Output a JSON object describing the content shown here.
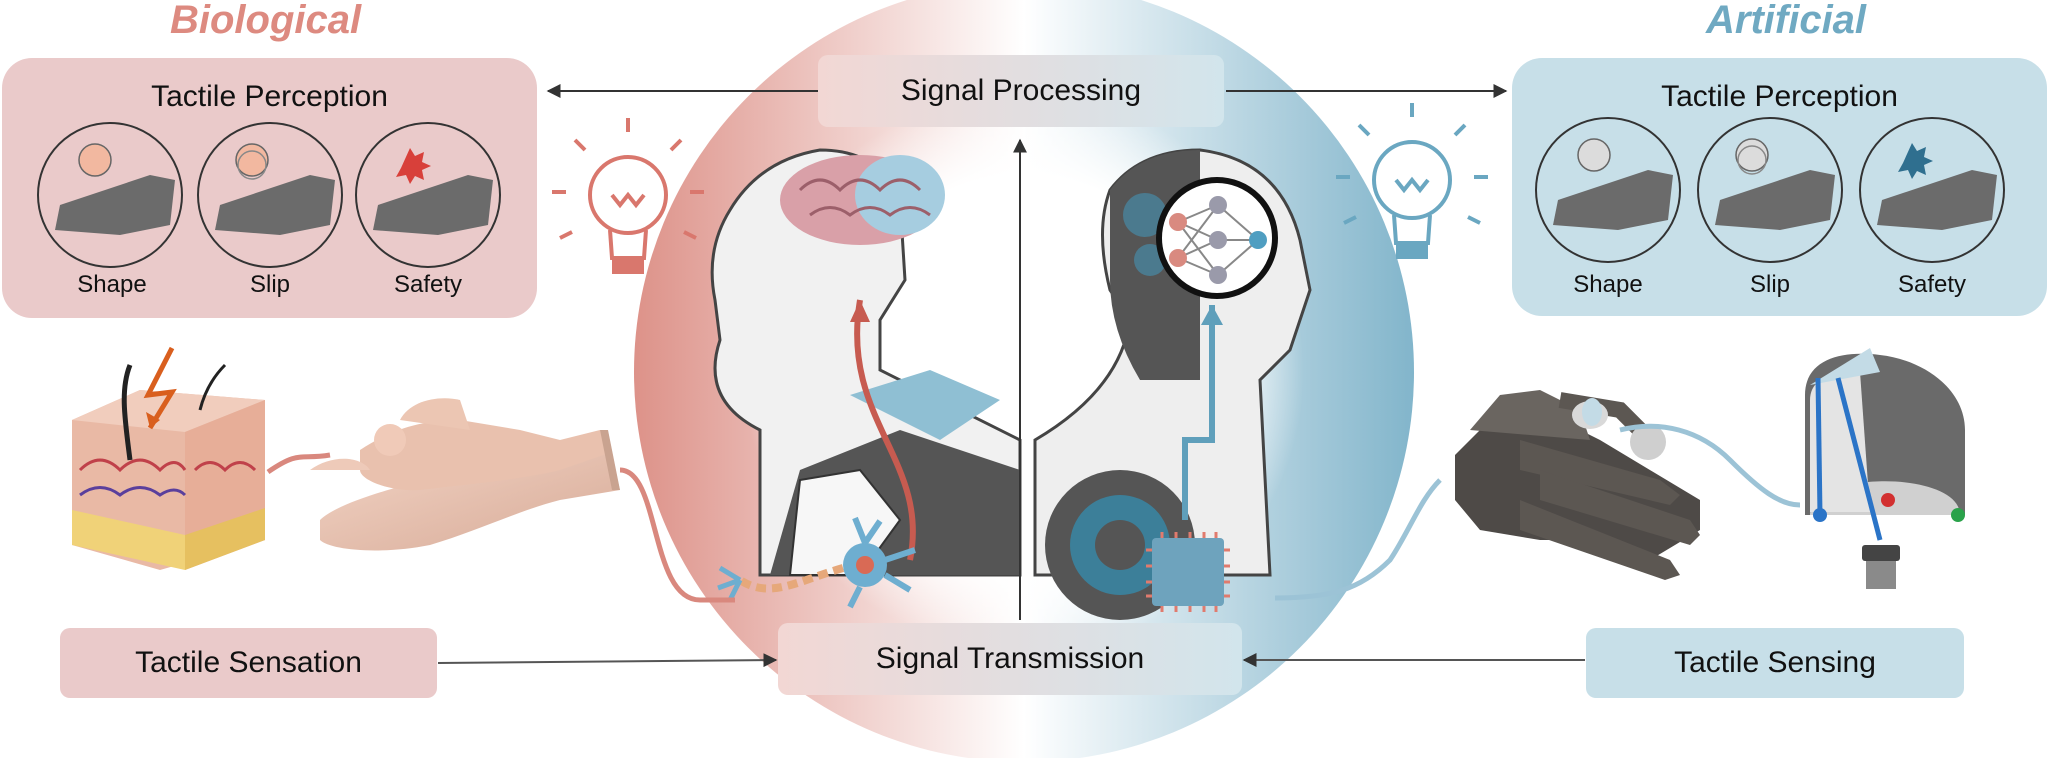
{
  "headings": {
    "left": "Biological",
    "right": "Artificial"
  },
  "colors": {
    "bio": "#d98a80",
    "bio_panel": "#eacaca",
    "art": "#7aaec4",
    "art_panel": "#c7dfe8"
  },
  "left_panel": {
    "title": "Tactile Perception",
    "items": [
      {
        "label": "Shape"
      },
      {
        "label": "Slip"
      },
      {
        "label": "Safety"
      }
    ]
  },
  "right_panel": {
    "title": "Tactile Perception",
    "items": [
      {
        "label": "Shape"
      },
      {
        "label": "Slip"
      },
      {
        "label": "Safety"
      }
    ]
  },
  "center": {
    "signal_processing": "Signal Processing",
    "signal_transmission": "Signal Transmission"
  },
  "bottom": {
    "left": "Tactile Sensation",
    "right": "Tactile Sensing"
  }
}
